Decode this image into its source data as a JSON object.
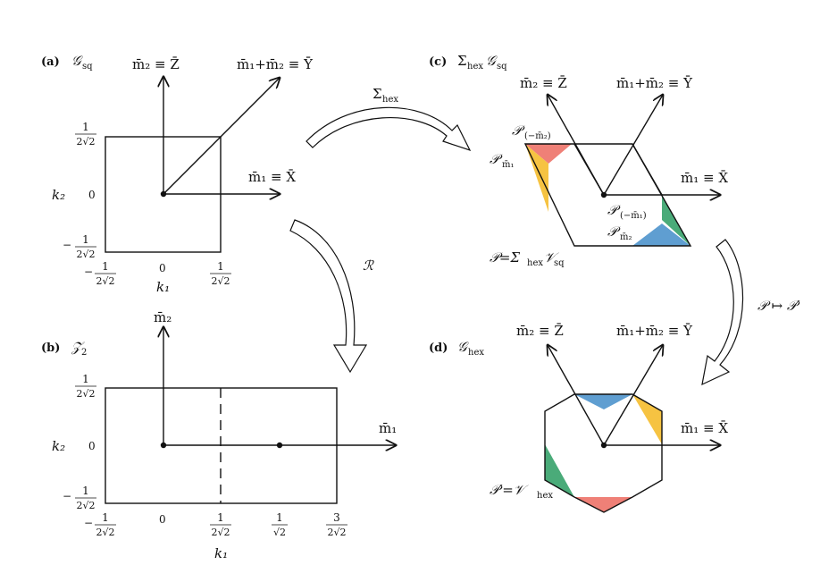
{
  "panels": {
    "a": {
      "letter": "(a)",
      "name": "𝒢",
      "sub": "sq"
    },
    "b": {
      "letter": "(b)",
      "name": "𝒵",
      "sub": "2"
    },
    "c": {
      "letter": "(c)",
      "name": "Σ",
      "sub1": "hex",
      "name2": "𝒢",
      "sub2": "sq"
    },
    "d": {
      "letter": "(d)",
      "name": "𝒢",
      "sub": "hex"
    }
  },
  "vectors": {
    "m2_Z": "m̄₂ ≡ Z̄",
    "m1m2_Y": "m̄₁+m̄₂ ≡ Ȳ",
    "m1_X": "m̄₁ ≡ X̄",
    "m1": "m̄₁",
    "m2": "m̄₂"
  },
  "axes": {
    "k1": "k₁",
    "k2": "k₂"
  },
  "ticks": {
    "zero": "0",
    "one": "1",
    "three": "3",
    "minus": "−",
    "two_sqrt2": "2√2",
    "sqrt2": "√2"
  },
  "arrows": {
    "sigma_hex": "Σ",
    "sigma_hex_sub": "hex",
    "R": "ℛ",
    "P_map": "𝒫 ↦ 𝒫′"
  },
  "regions": {
    "P_neg_m2": "𝒫",
    "P_neg_m2_sub": "(−m̄₂)",
    "P_m1": "𝒫",
    "P_m1_sub": "m̄₁",
    "P_neg_m1": "𝒫",
    "P_neg_m1_sub": "(−m̄₁)",
    "P_m2": "𝒫",
    "P_m2_sub": "m̄₂",
    "P_eq": "𝒫=Σ",
    "P_eq_sub1": "hex",
    "P_eq_V": "𝒱",
    "P_eq_sub2": "sq",
    "Pp_eq": "𝒫′=𝒱",
    "Pp_eq_sub": "hex"
  },
  "colors": {
    "red": "#ef8077",
    "yellow": "#f6c342",
    "green": "#4aab79",
    "blue": "#5f9ed1",
    "red_text": "#c8504a",
    "yellow_text": "#d9a21c",
    "green_text": "#2d8a57",
    "blue_text": "#3c7fb7"
  }
}
